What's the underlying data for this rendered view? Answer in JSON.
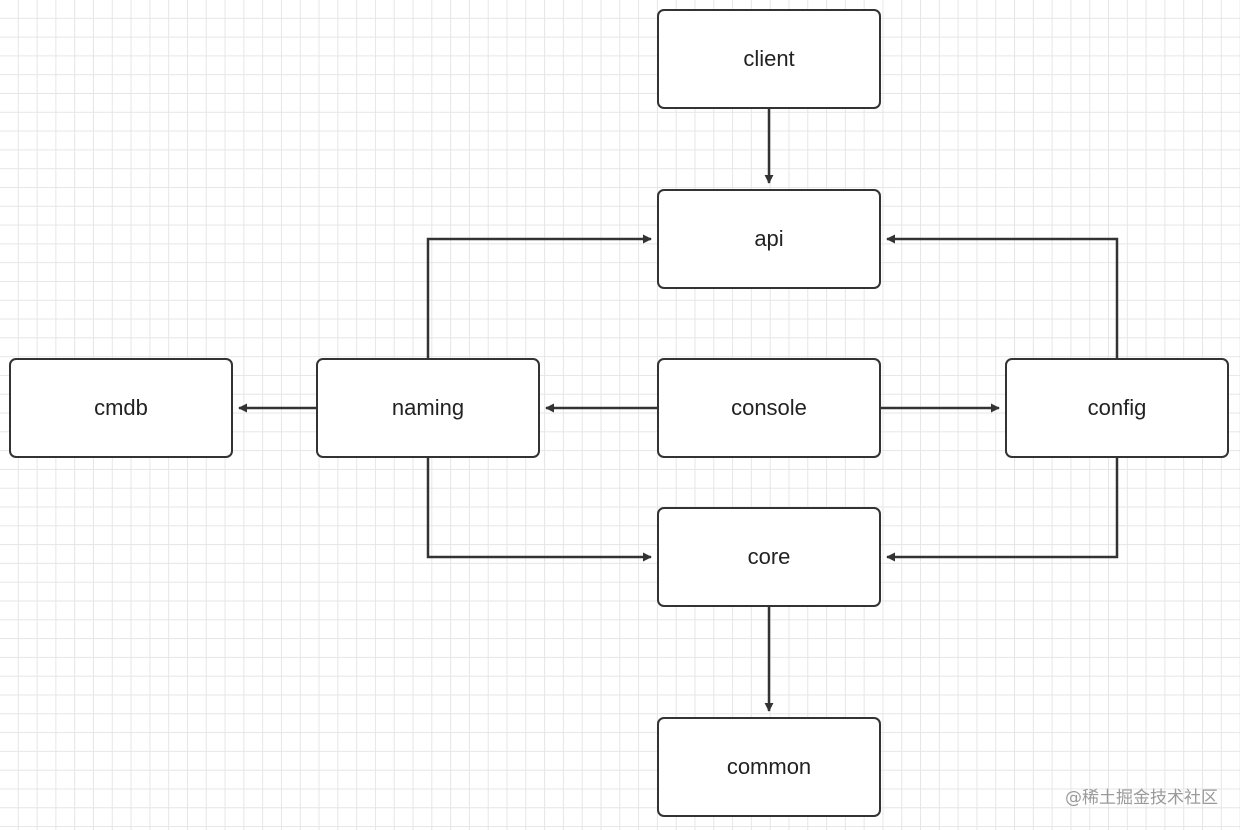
{
  "diagram": {
    "nodes": [
      {
        "id": "client",
        "label": "client"
      },
      {
        "id": "api",
        "label": "api"
      },
      {
        "id": "cmdb",
        "label": "cmdb"
      },
      {
        "id": "naming",
        "label": "naming"
      },
      {
        "id": "console",
        "label": "console"
      },
      {
        "id": "config",
        "label": "config"
      },
      {
        "id": "core",
        "label": "core"
      },
      {
        "id": "common",
        "label": "common"
      }
    ],
    "edges": [
      {
        "from": "client",
        "to": "api"
      },
      {
        "from": "naming",
        "to": "api"
      },
      {
        "from": "config",
        "to": "api"
      },
      {
        "from": "naming",
        "to": "cmdb"
      },
      {
        "from": "console",
        "to": "naming"
      },
      {
        "from": "console",
        "to": "config"
      },
      {
        "from": "naming",
        "to": "core"
      },
      {
        "from": "config",
        "to": "core"
      },
      {
        "from": "core",
        "to": "common"
      }
    ],
    "colors": {
      "line": "#333333",
      "grid": "#e6e6e6",
      "background": "#ffffff"
    }
  },
  "watermark": "@稀土掘金技术社区"
}
